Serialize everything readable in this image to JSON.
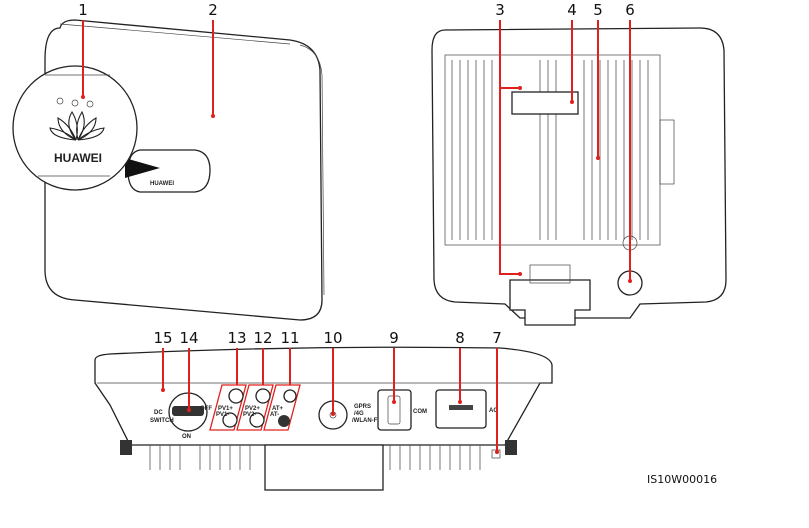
{
  "figure": {
    "id_code": "IS10W00016",
    "callouts": [
      "1",
      "2",
      "3",
      "4",
      "5",
      "6",
      "7",
      "8",
      "9",
      "10",
      "11",
      "12",
      "13",
      "14",
      "15"
    ],
    "front_view": {
      "brand": "HUAWEI"
    },
    "bottom_view": {
      "dc_switch": "DC",
      "dc_switch_2": "SWITCH",
      "off": "OFF",
      "on": "ON",
      "pv1_plus": "PV1+",
      "pv1_minus": "PV1-",
      "pv2_plus": "PV2+",
      "pv2_minus": "PV2-",
      "bat_plus": "AT+",
      "bat_minus": "AT-",
      "antenna_1": "GPRS",
      "antenna_2": "/4G",
      "antenna_3": "/WLAN-FE",
      "com": "COM",
      "ac": "AC"
    },
    "colors": {
      "callout_line": "#e0201c",
      "outline": "#222222"
    }
  }
}
